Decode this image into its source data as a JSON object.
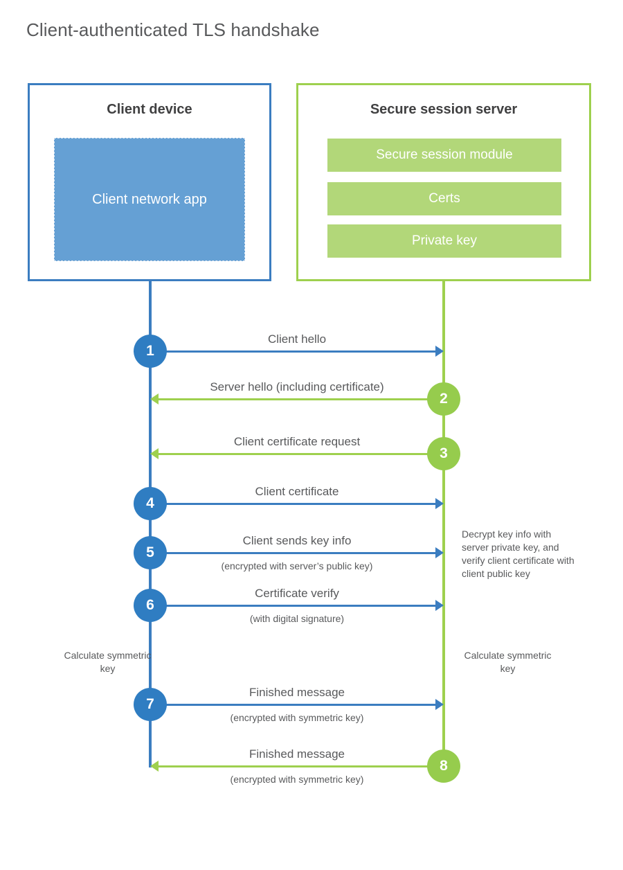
{
  "title": "Client-authenticated TLS handshake",
  "colors": {
    "blue": "#3b7dc0",
    "blue_badge": "#2f7dc2",
    "blue_fill": "#65a0d4",
    "green": "#9ed04e",
    "green_badge": "#96cc4d",
    "green_fill": "#b2d779",
    "text": "#58595b",
    "heading": "#404041",
    "background": "#ffffff"
  },
  "actors": {
    "client": {
      "title": "Client device",
      "app_label": "Client network app"
    },
    "server": {
      "title": "Secure session server",
      "modules": [
        "Secure session module",
        "Certs",
        "Private key"
      ]
    }
  },
  "messages": [
    {
      "step": "1",
      "label": "Client hello",
      "sub": "",
      "direction": "client-to-server",
      "color": "blue"
    },
    {
      "step": "2",
      "label": "Server hello (including certificate)",
      "sub": "",
      "direction": "server-to-client",
      "color": "green"
    },
    {
      "step": "3",
      "label": "Client certificate request",
      "sub": "",
      "direction": "server-to-client",
      "color": "green"
    },
    {
      "step": "4",
      "label": "Client certificate",
      "sub": "",
      "direction": "client-to-server",
      "color": "blue"
    },
    {
      "step": "5",
      "label": "Client sends key info",
      "sub": "(encrypted with server’s public key)",
      "direction": "client-to-server",
      "color": "blue"
    },
    {
      "step": "6",
      "label": "Certificate verify",
      "sub": "(with digital signature)",
      "direction": "client-to-server",
      "color": "blue"
    },
    {
      "step": "7",
      "label": "Finished message",
      "sub": "(encrypted with symmetric key)",
      "direction": "client-to-server",
      "color": "blue"
    },
    {
      "step": "8",
      "label": "Finished message",
      "sub": "(encrypted with symmetric key)",
      "direction": "server-to-client",
      "color": "green"
    }
  ],
  "notes": {
    "server_decrypt": "Decrypt key info with server private key, and verify client certificate with client public key",
    "client_calculate": "Calculate symmetric key",
    "server_calculate": "Calculate symmetric key"
  }
}
